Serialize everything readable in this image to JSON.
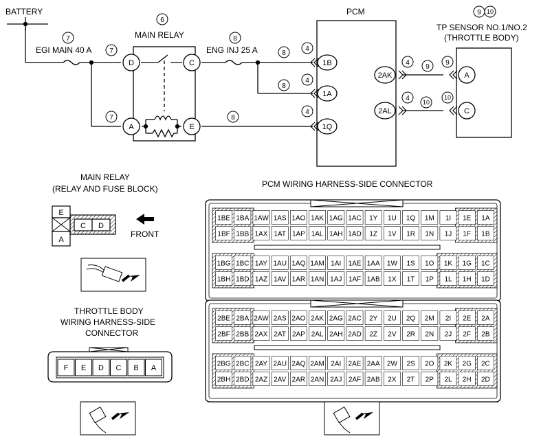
{
  "labels": {
    "battery": "BATTERY",
    "main_relay": "MAIN RELAY",
    "pcm": "PCM",
    "tp_sensor_line1": "TP SENSOR NO.1/NO.2",
    "tp_sensor_line2": "(THROTTLE BODY)",
    "egi_main": "EGI MAIN 40 A",
    "eng_inj": "ENG INJ 25 A",
    "main_relay_conn_line1": "MAIN RELAY",
    "main_relay_conn_line2": "(RELAY AND FUSE BLOCK)",
    "front": "FRONT",
    "pcm_conn": "PCM WIRING HARNESS-SIDE CONNECTOR",
    "tb_conn_line1": "THROTTLE BODY",
    "tb_conn_line2": "WIRING HARNESS-SIDE",
    "tb_conn_line3": "CONNECTOR"
  },
  "ref_marks": {
    "m6": "6",
    "m7": "7",
    "m8": "8",
    "m4": "4",
    "m9": "9",
    "m10": "10"
  },
  "relay_terminals": {
    "d": "D",
    "c": "C",
    "a": "A",
    "e": "E"
  },
  "pcm_terminals": {
    "t1b": "1B",
    "t1a": "1A",
    "t1q": "1Q",
    "t2ak": "2AK",
    "t2al": "2AL"
  },
  "tp_terminals": {
    "a": "A",
    "c": "C"
  },
  "relay_connector": {
    "e": "E",
    "x": "",
    "a": "A",
    "c": "C",
    "d": "D"
  },
  "tb_connector": [
    "F",
    "E",
    "D",
    "C",
    "B",
    "A"
  ],
  "pcm_connector_1": {
    "upper": [
      [
        "1BE",
        "1BA",
        "1AW",
        "1AS",
        "1AO",
        "1AK",
        "1AG",
        "1AC",
        "1Y",
        "1U",
        "1Q",
        "1M",
        "1I",
        "1E",
        "1A"
      ],
      [
        "1BF",
        "1BB",
        "1AX",
        "1AT",
        "1AP",
        "1AL",
        "1AH",
        "1AD",
        "1Z",
        "1V",
        "1R",
        "1N",
        "1J",
        "1F",
        "1B"
      ]
    ],
    "lower": [
      [
        "1BG",
        "1BC",
        "1AY",
        "1AU",
        "1AQ",
        "1AM",
        "1AI",
        "1AE",
        "1AA",
        "1W",
        "1S",
        "1O",
        "1K",
        "1G",
        "1C"
      ],
      [
        "1BH",
        "1BD",
        "1AZ",
        "1AV",
        "1AR",
        "1AN",
        "1AJ",
        "1AF",
        "1AB",
        "1X",
        "1T",
        "1P",
        "1L",
        "1H",
        "1D"
      ]
    ]
  },
  "pcm_connector_2": {
    "upper": [
      [
        "2BE",
        "2BA",
        "2AW",
        "2AS",
        "2AO",
        "2AK",
        "2AG",
        "2AC",
        "2Y",
        "2U",
        "2Q",
        "2M",
        "2I",
        "2E",
        "2A"
      ],
      [
        "2BF",
        "2BB",
        "2AX",
        "2AT",
        "2AP",
        "2AL",
        "2AH",
        "2AD",
        "2Z",
        "2V",
        "2R",
        "2N",
        "2J",
        "2F",
        "2B"
      ]
    ],
    "lower": [
      [
        "2BG",
        "2BC",
        "2AY",
        "2AU",
        "2AQ",
        "2AM",
        "2AI",
        "2AE",
        "2AA",
        "2W",
        "2S",
        "2O",
        "2K",
        "2G",
        "2C"
      ],
      [
        "2BH",
        "2BD",
        "2AZ",
        "2AV",
        "2AR",
        "2AN",
        "2AJ",
        "2AF",
        "2AB",
        "2X",
        "2T",
        "2P",
        "2L",
        "2H",
        "2D"
      ]
    ]
  }
}
